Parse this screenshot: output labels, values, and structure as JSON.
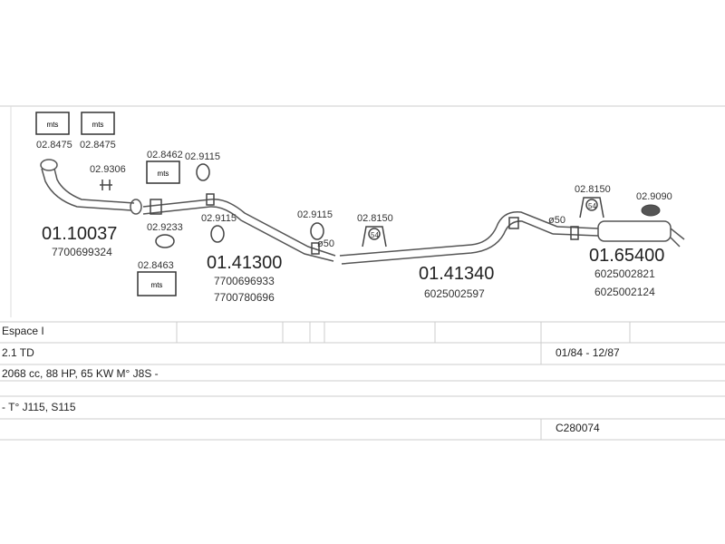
{
  "parts": {
    "clamp_a": "02.8475",
    "clamp_b": "02.8475",
    "bolt_a": "02.9306",
    "box_a": "02.8462",
    "ring_a": "02.9115",
    "ring_b": "02.9233",
    "ring_c": "02.9115",
    "box_b": "02.8463",
    "ring_d": "02.9115",
    "hanger_a": "02.8150",
    "hanger_b": "02.8150",
    "hanger_c": "02.9090",
    "hanger_badge_a": "54",
    "hanger_badge_b": "54",
    "dia_a": "ø50",
    "dia_b": "ø50",
    "front_pipe": {
      "code": "01.10037",
      "oem": "7700699324"
    },
    "mid_pipe": {
      "code": "01.41300",
      "oem1": "7700696933",
      "oem2": "7700780696"
    },
    "center_pipe": {
      "code": "01.41340",
      "oem": "6025002597"
    },
    "rear_silencer": {
      "code": "01.65400",
      "oem1": "6025002821",
      "oem2": "6025002124"
    }
  },
  "vehicle": {
    "model": "Espace I",
    "engine": "2.1 TD",
    "years": "01/84 - 12/87",
    "spec": "2068 cc, 88 HP, 65 KW M° J8S -",
    "type": "- T° J115, S115",
    "ref": "C280074"
  },
  "colors": {
    "line": "#555555",
    "grid": "#cccccc"
  }
}
